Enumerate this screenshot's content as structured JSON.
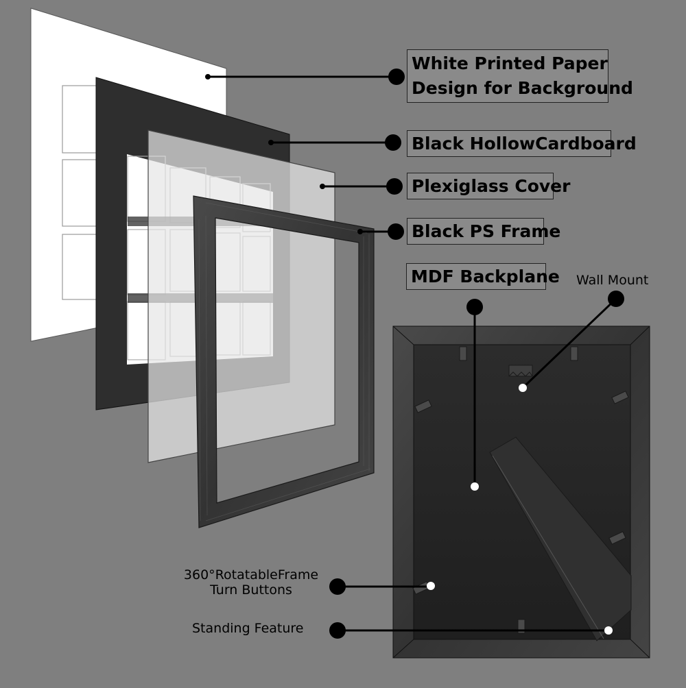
{
  "labels": {
    "white_paper": {
      "line1": "White Printed Paper",
      "line2": "Design for Background"
    },
    "cardboard": "Black HollowCardboard",
    "plexiglass": "Plexiglass Cover",
    "ps_frame": "Black PS Frame",
    "backplane": "MDF Backplane",
    "wall_mount": "Wall Mount",
    "turn_buttons": {
      "line1": "360°RotatableFrame",
      "line2": "Turn Buttons"
    },
    "standing": "Standing Feature"
  },
  "colors": {
    "background": "#7f7f7f",
    "paper": "#ffffff",
    "cardboard": "#2e2e2e",
    "plexiglass": "#d4d4d4",
    "frame": "#3a3a3a",
    "backplane": "#262626",
    "leader": "#000000"
  }
}
